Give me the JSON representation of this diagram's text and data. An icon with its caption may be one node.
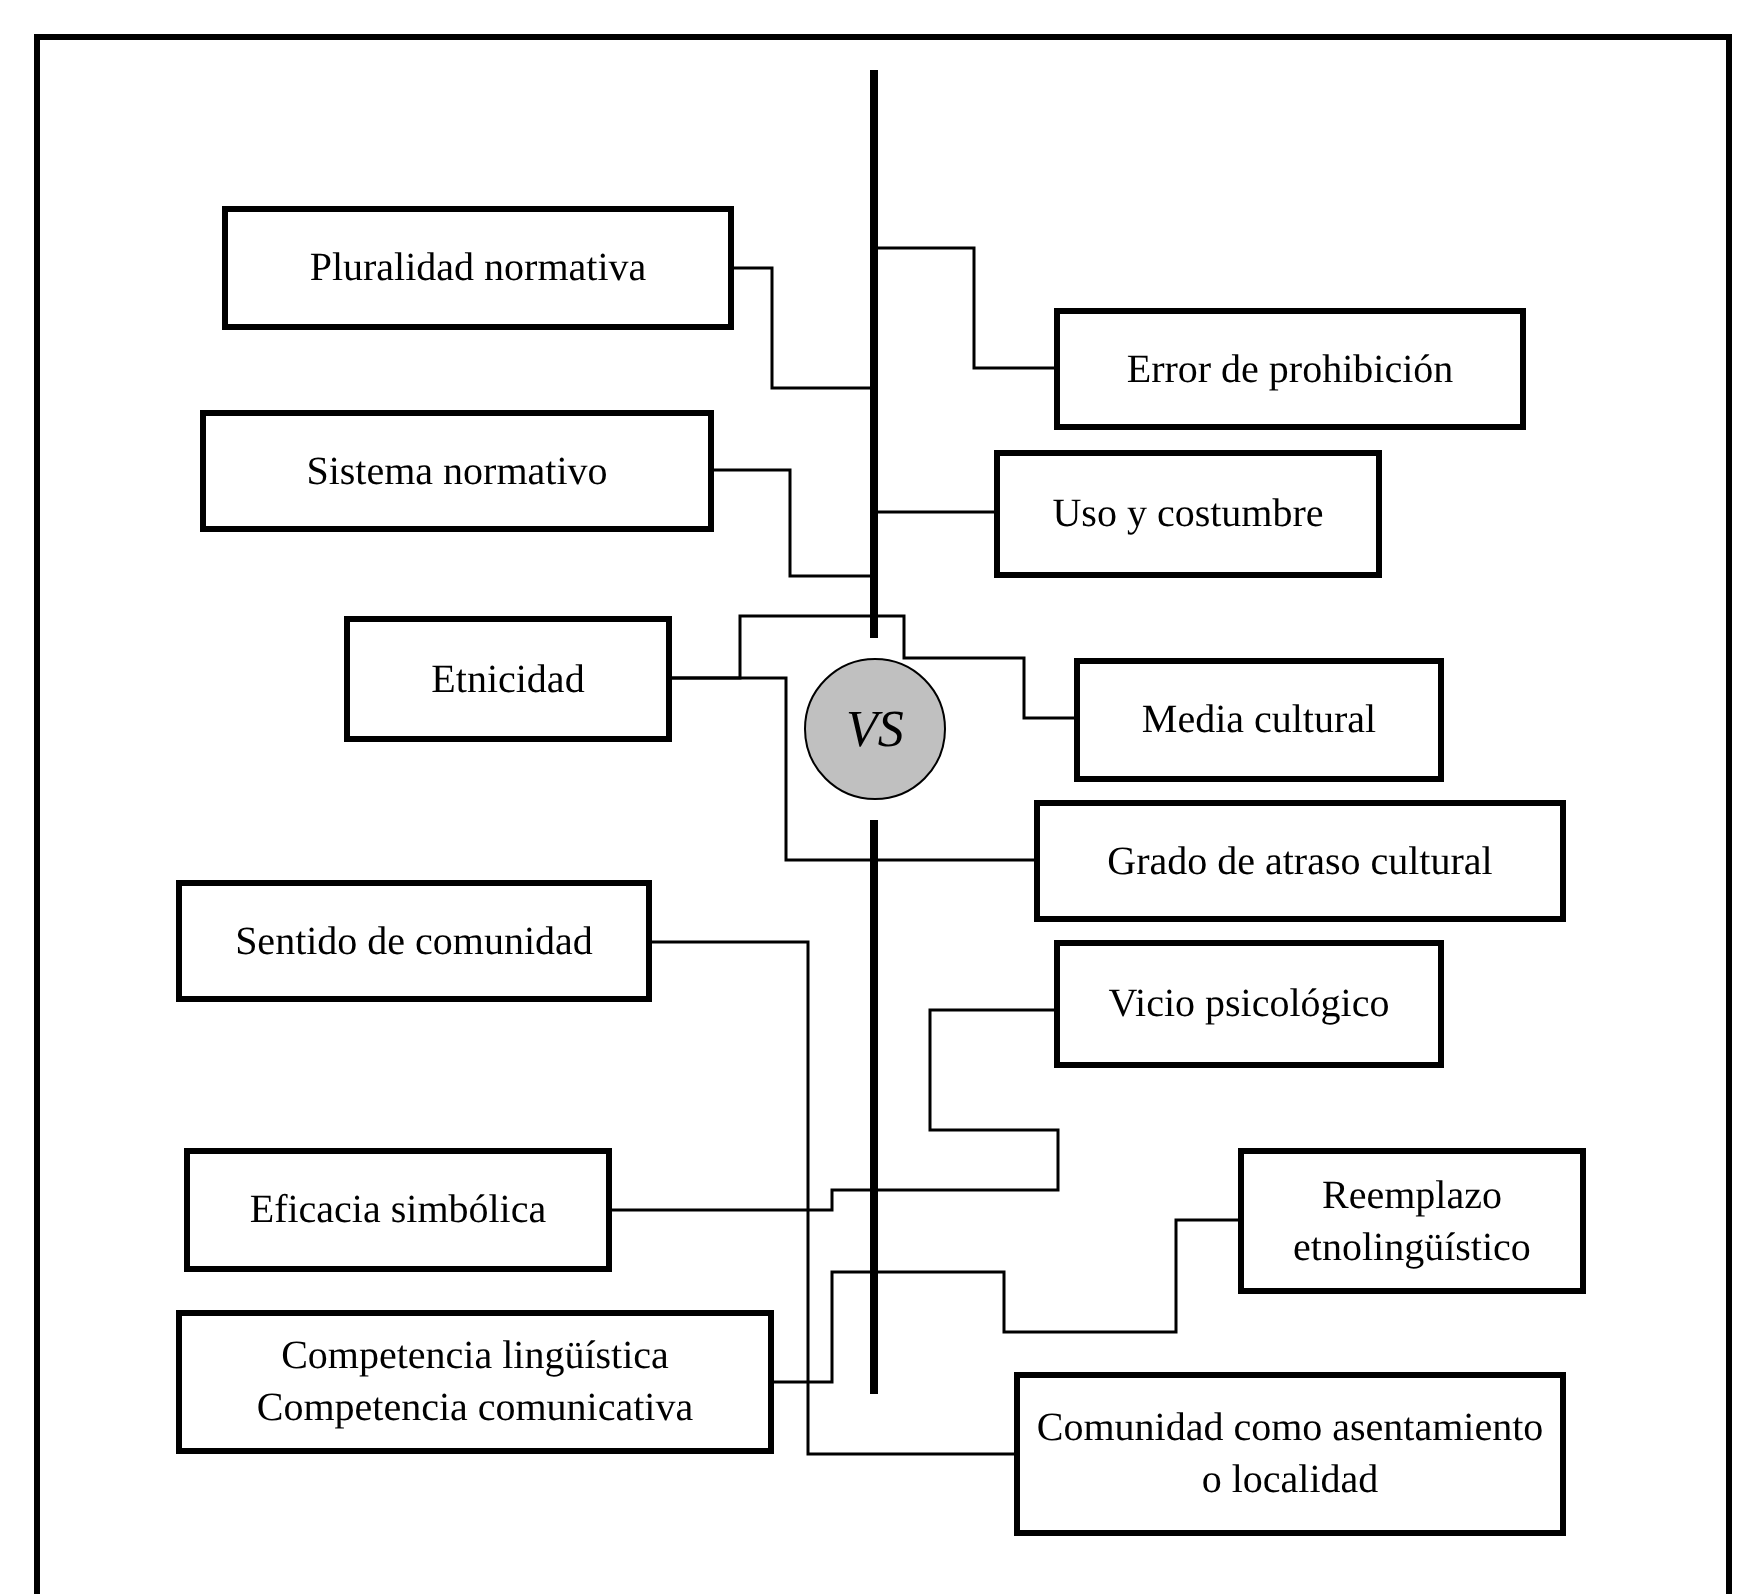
{
  "diagram": {
    "nodes": [
      {
        "text": [],
        "shape": "bar"
      },
      {
        "text": [
          "Pluralidad normativa"
        ]
      },
      {
        "text": [
          "Error de prohibición"
        ]
      },
      {
        "text": [
          "Sistema normativo"
        ]
      },
      {
        "text": [
          "Uso y costumbre"
        ]
      },
      {
        "text": [
          "Etnicidad"
        ]
      },
      {
        "text": [
          "VS"
        ]
      },
      {
        "text": [
          "Media cultural"
        ]
      },
      {
        "text": [
          "Grado de atraso cultural"
        ]
      },
      {
        "text": [],
        "shape": "bar"
      },
      {
        "text": [
          "Sentido de comunidad"
        ]
      },
      {
        "text": [
          "Vicio psicológico"
        ]
      },
      {
        "text": [
          "Eficacia simbólica"
        ]
      },
      {
        "text": [
          "Reemplazo etnolingüístico"
        ]
      },
      {
        "text": [
          "Competencia lingüística",
          "Competencia comunicativa"
        ]
      },
      {
        "text": [
          "Comunidad como asentamiento o localidad"
        ]
      }
    ],
    "edges": [
      {
        "from": 1,
        "to": 0,
        "arrow": "none"
      },
      {
        "from": 2,
        "to": 0,
        "arrow": "none"
      },
      {
        "from": 3,
        "to": 0,
        "arrow": "none"
      },
      {
        "from": 4,
        "to": 0,
        "arrow": "none"
      },
      {
        "from": 5,
        "to": 7,
        "arrow": "none"
      },
      {
        "from": 5,
        "to": 8,
        "arrow": "none"
      },
      {
        "from": 10,
        "to": 15,
        "arrow": "none"
      },
      {
        "from": 12,
        "to": 11,
        "arrow": "none"
      },
      {
        "from": 14,
        "to": 13,
        "arrow": "none"
      }
    ]
  }
}
